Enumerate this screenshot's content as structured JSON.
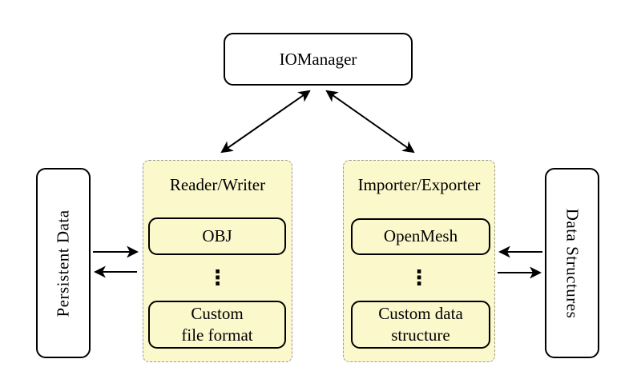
{
  "colors": {
    "background": "#FFFFFF",
    "panel_fill": "#FBF8CC",
    "panel_dash_border": "#999999",
    "node_border": "#000000",
    "arrow": "#000000"
  },
  "nodes": {
    "iomanager": {
      "label": "IOManager"
    },
    "persistent_data": {
      "label": "Persistent Data"
    },
    "data_structures": {
      "label": "Data Structures"
    }
  },
  "panels": {
    "reader_writer": {
      "title": "Reader/Writer",
      "items": {
        "first": "OBJ",
        "ellipsis": "⋮",
        "last": "Custom\nfile format"
      }
    },
    "importer_exporter": {
      "title": "Importer/Exporter",
      "items": {
        "first": "OpenMesh",
        "ellipsis": "⋮",
        "last": "Custom data\nstructure"
      }
    }
  }
}
